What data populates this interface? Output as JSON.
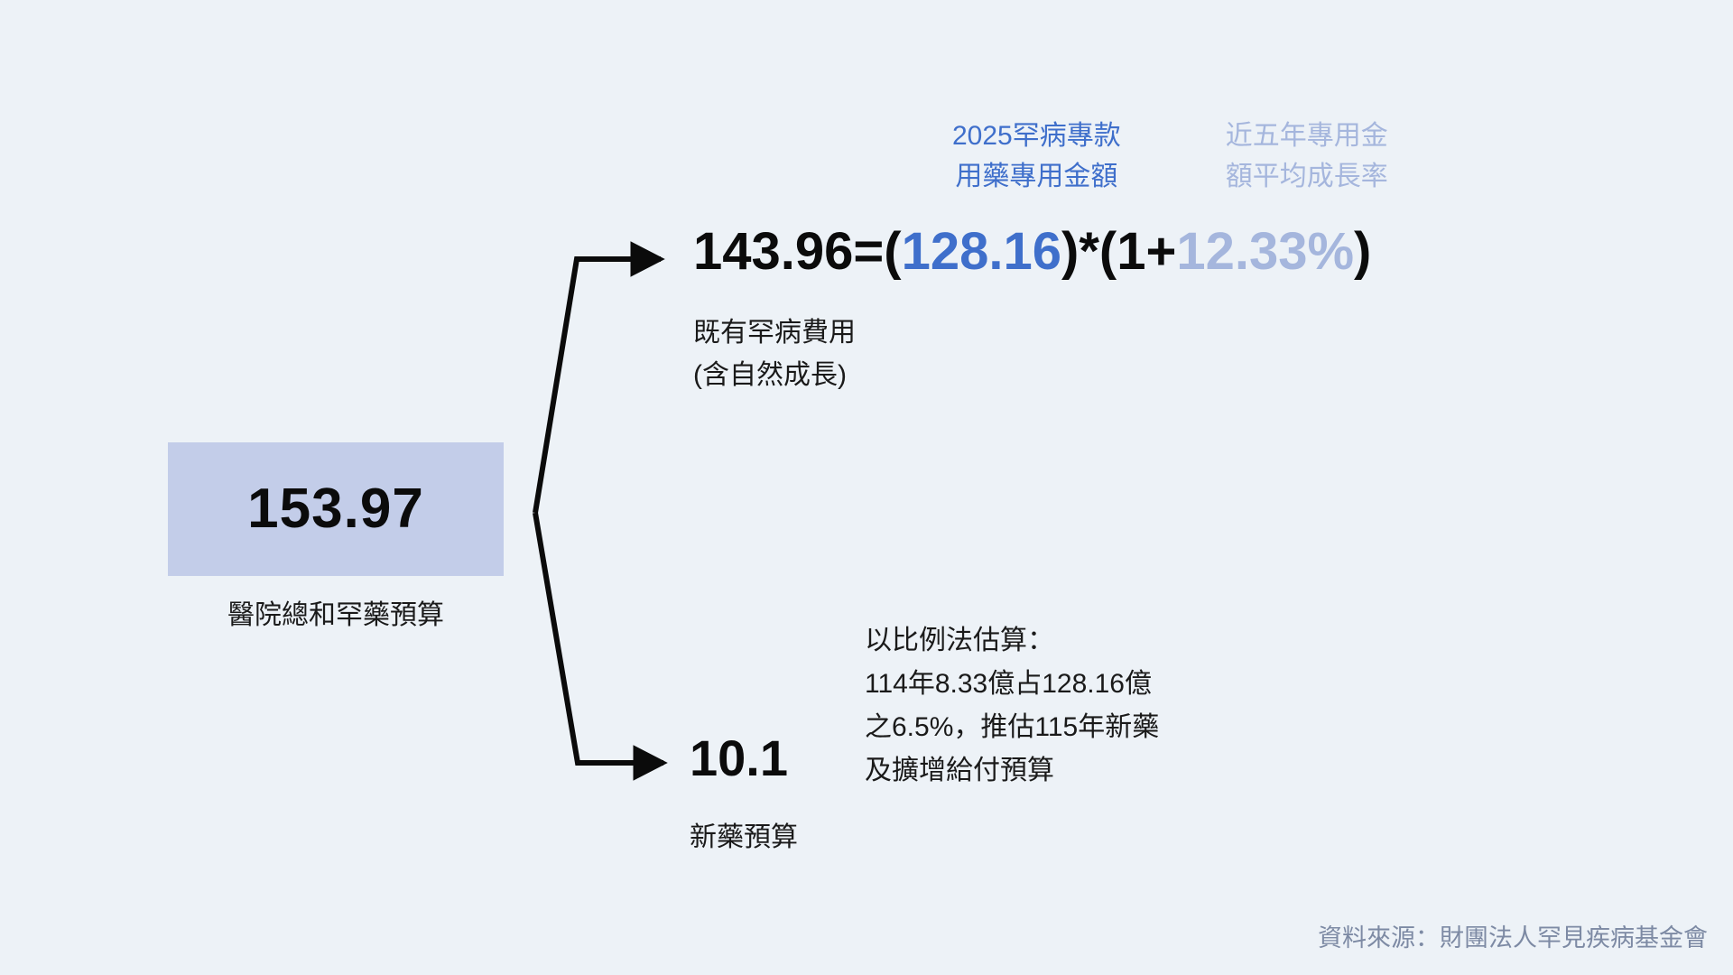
{
  "meta": {
    "background_color": "#edf2f7",
    "accent_blue": "#3f6fcb",
    "accent_light_blue": "#a5b6dd",
    "box_fill": "#c3cde9",
    "source_text_color": "#7d8aa4"
  },
  "total_budget": {
    "value": "153.97",
    "caption": "醫院總和罕藥預算"
  },
  "existing_branch": {
    "labels": {
      "special_fund": "2025罕病專款\n用藥專用金額",
      "growth_rate": "近五年專用金\n額平均成長率"
    },
    "formula": {
      "full": "143.96=(128.16)*(1+12.33%)",
      "segments": [
        {
          "text": "143.96=(",
          "color_role": "black"
        },
        {
          "text": "128.16",
          "color_role": "blue"
        },
        {
          "text": ")*(1+",
          "color_role": "black"
        },
        {
          "text": "12.33%",
          "color_role": "light"
        },
        {
          "text": ")",
          "color_role": "black"
        }
      ],
      "result": "143.96",
      "base_amount": "128.16",
      "growth_rate": "12.33%"
    },
    "note": "既有罕病費用\n(含自然成長)"
  },
  "newdrug_branch": {
    "value": "10.1",
    "caption": "新藥預算",
    "estimate_note": "以比例法估算：\n114年8.33億占128.16億\n之6.5%，推估115年新藥\n及擴增給付預算"
  },
  "source": {
    "text": "資料來源：財團法人罕見疾病基金會"
  }
}
